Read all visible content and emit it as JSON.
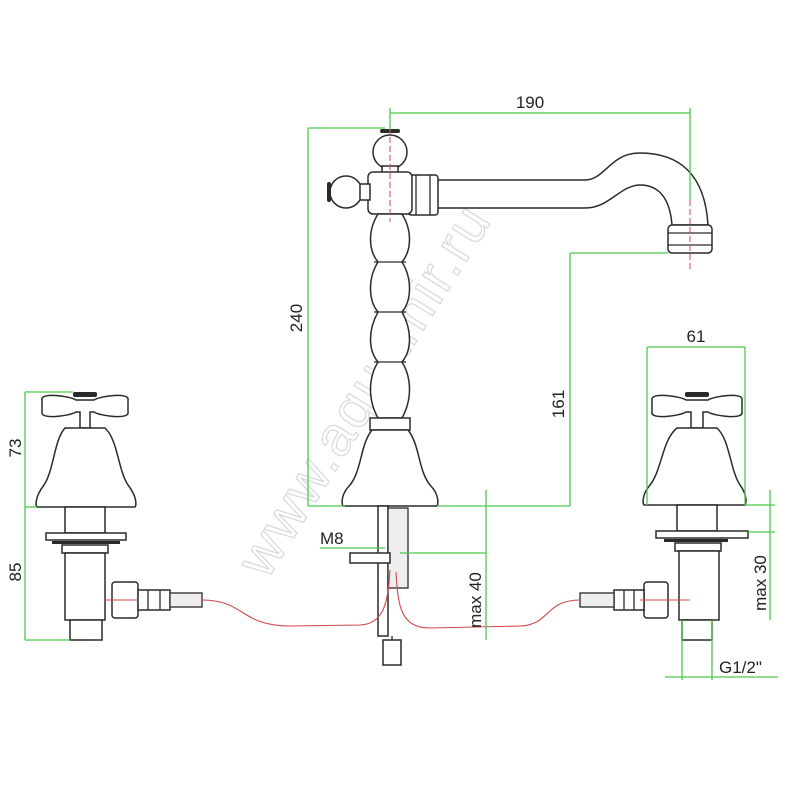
{
  "watermark": "www.aquamir.ru",
  "dimensions": {
    "spout_reach": "190",
    "total_height": "240",
    "spout_height": "161",
    "handle_width": "61",
    "valve_upper_height": "73",
    "valve_lower_height": "85",
    "stud_thread": "M8",
    "max_deck_center": "max 40",
    "max_deck_side": "max 30",
    "connection_thread": "G1/2\""
  },
  "colors": {
    "dimension_line": "#4cc94c",
    "center_line": "#d04848",
    "outline": "#2a2a2a"
  }
}
